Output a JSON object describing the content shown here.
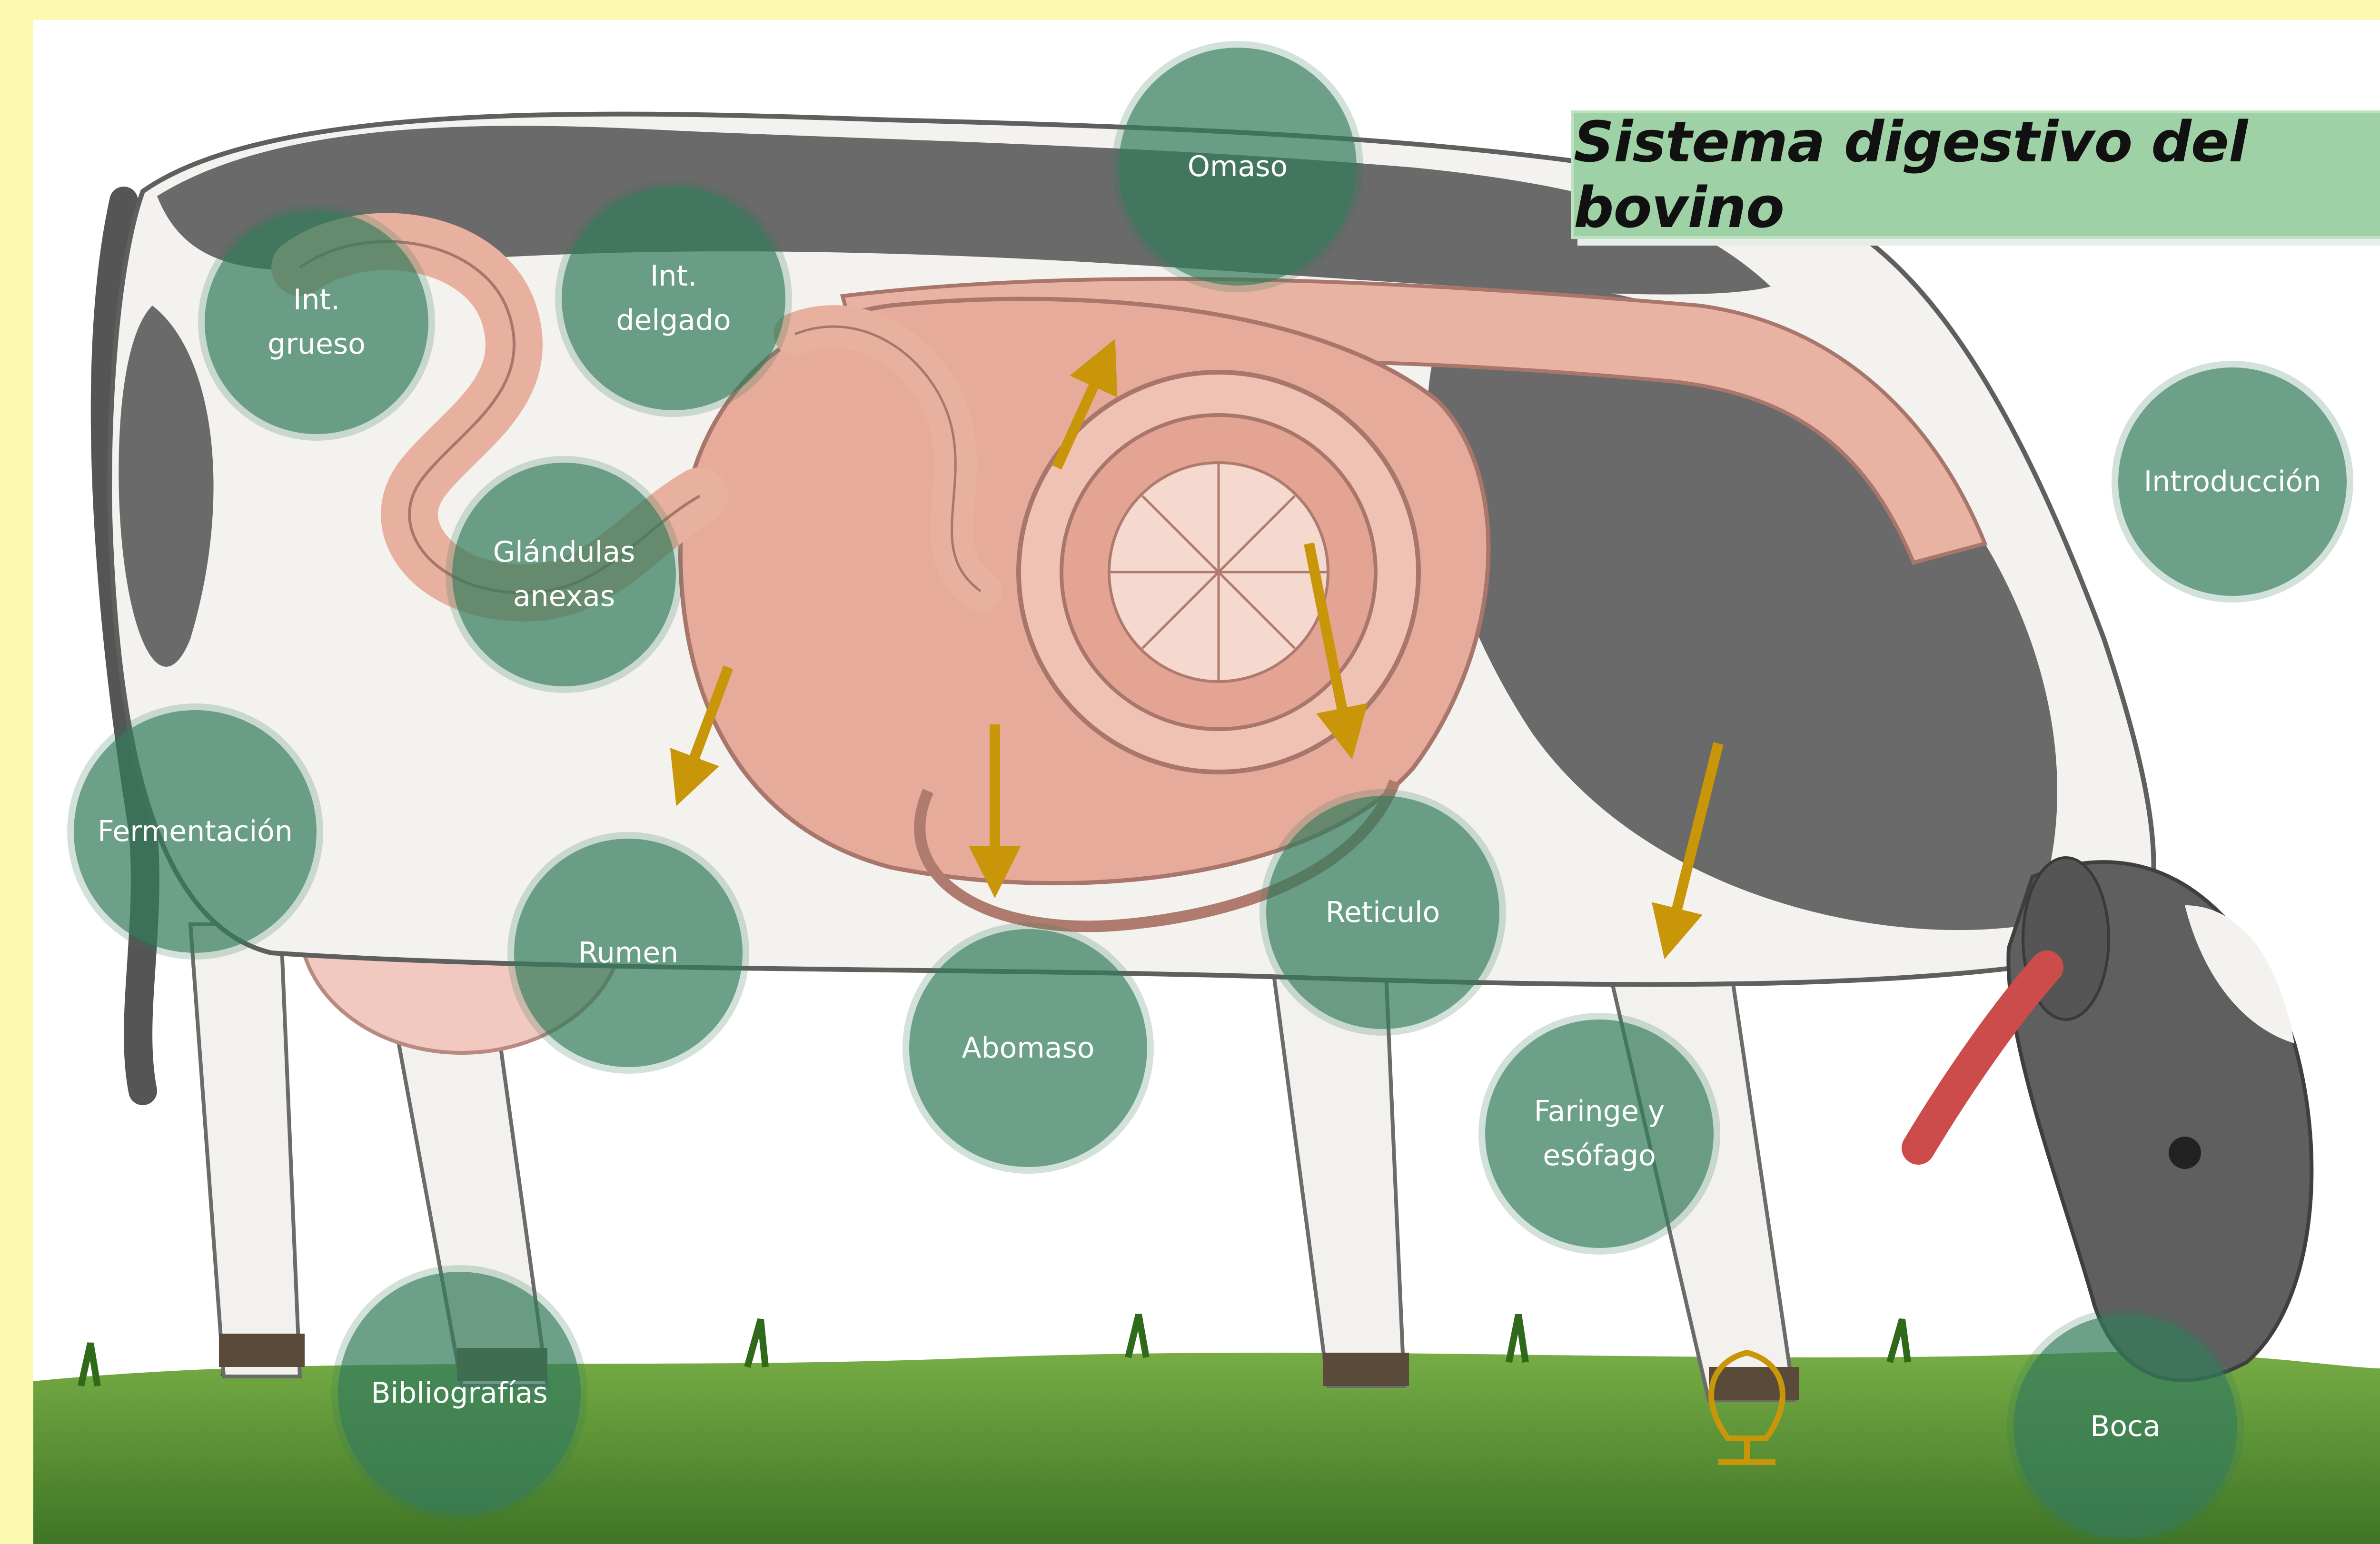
{
  "title": "Sistema digestivo del bovino",
  "nodes": {
    "omaso": "Omaso",
    "int_grueso": "Int.\ngrueso",
    "int_delgado": "Int.\ndelgado",
    "introduccion": "Introducción",
    "glandulas": "Glándulas\nanexas",
    "fermentacion": "Fermentación",
    "rumen": "Rumen",
    "abomaso": "Abomaso",
    "reticulo": "Reticulo",
    "faringe": "Faringe y\nesófago",
    "bibliografias": "Bibliografías",
    "boca": "Boca"
  },
  "colors": {
    "background": "#fdfab0",
    "node_fill": "#347c5c",
    "title_box": "#9fd1a6",
    "arrow": "#c9960a",
    "cow_dark": "#6a6a6a",
    "stomach": "#e9b3a4",
    "grass": "#4f8a2f"
  }
}
